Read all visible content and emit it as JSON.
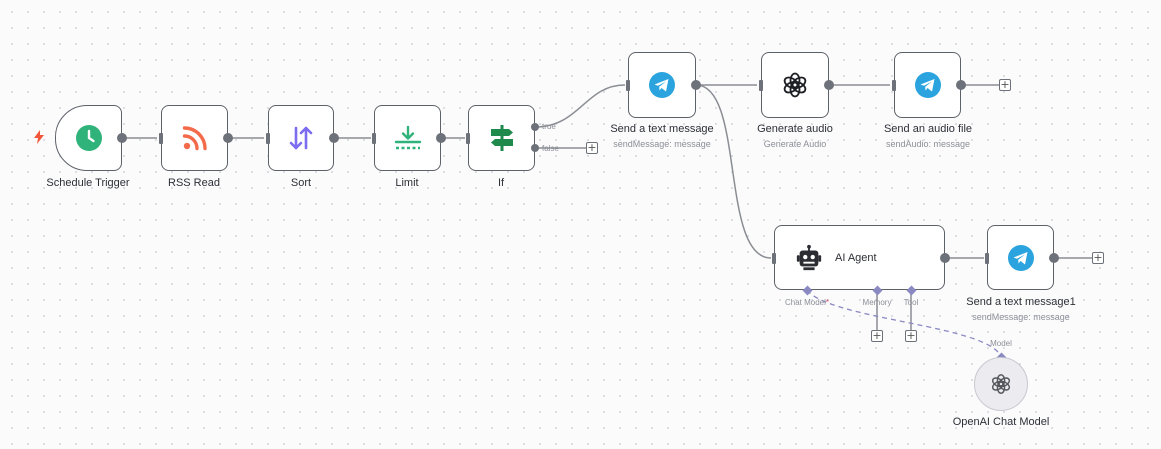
{
  "nodes": {
    "schedule_trigger": {
      "label": "Schedule Trigger",
      "icon": "clock-icon",
      "color": "#2fb37a"
    },
    "rss_read": {
      "label": "RSS Read",
      "icon": "rss-icon",
      "color": "#f36b4a"
    },
    "sort": {
      "label": "Sort",
      "icon": "sort-arrows-icon",
      "color": "#7b6cf0"
    },
    "limit": {
      "label": "Limit",
      "icon": "limit-icon",
      "color": "#2fb37a"
    },
    "if": {
      "label": "If",
      "icon": "signpost-icon",
      "color": "#1f8a4c",
      "outputs": {
        "true": "true",
        "false": "false"
      }
    },
    "send_text": {
      "label": "Send a text message",
      "sub": "sendMessage: message",
      "icon": "telegram-icon",
      "color": "#2aa3df"
    },
    "generate_audio": {
      "label": "Generate audio",
      "sub": "Generate Audio",
      "icon": "openai-icon"
    },
    "send_audio": {
      "label": "Send an audio file",
      "sub": "sendAudio: message",
      "icon": "telegram-icon",
      "color": "#2aa3df"
    },
    "ai_agent": {
      "label": "AI Agent",
      "icon": "robot-icon",
      "ports": {
        "chat_model": "Chat Model",
        "required_mark": "*",
        "memory": "Memory",
        "tool": "Tool"
      }
    },
    "send_text1": {
      "label": "Send a text message1",
      "sub": "sendMessage: message",
      "icon": "telegram-icon",
      "color": "#2aa3df"
    },
    "openai_chat": {
      "label": "OpenAI Chat Model",
      "port": "Model",
      "icon": "openai-icon"
    }
  },
  "colors": {
    "edge": "#8a8d93",
    "ai_edge": "#8a89c2",
    "trigger_bolt": "#f0573a"
  }
}
